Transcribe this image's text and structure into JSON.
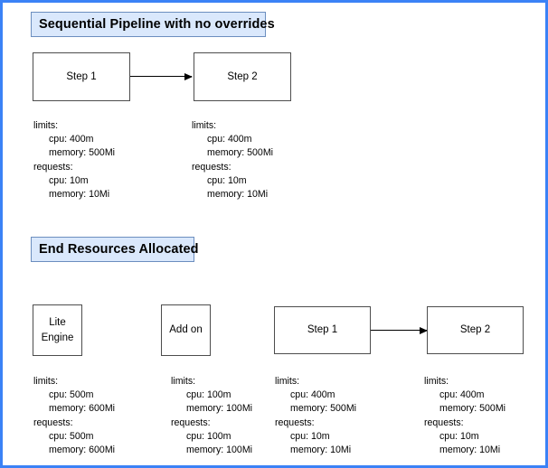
{
  "diagram": {
    "title": "Sequential Pipeline resource allocation diagram",
    "colors": {
      "frame_border": "#3b82f6",
      "header_fill": "#dae8fc",
      "header_border": "#6c8ebf",
      "node_border": "#4d4d4d",
      "node_fill": "#ffffff",
      "text": "#000000"
    }
  },
  "sections": [
    {
      "header": "Sequential Pipeline with no overrides",
      "nodes": [
        {
          "label": "Step 1"
        },
        {
          "label": "Step 2"
        }
      ],
      "connector": {
        "from": "Step 1",
        "to": "Step 2",
        "type": "arrow-right"
      },
      "specs": [
        {
          "for": "Step 1",
          "limits_label": "limits:",
          "limits_cpu": "cpu: 400m",
          "limits_memory": "memory: 500Mi",
          "requests_label": "requests:",
          "requests_cpu": "cpu: 10m",
          "requests_memory": "memory: 10Mi"
        },
        {
          "for": "Step 2",
          "limits_label": "limits:",
          "limits_cpu": "cpu: 400m",
          "limits_memory": "memory: 500Mi",
          "requests_label": "requests:",
          "requests_cpu": "cpu: 10m",
          "requests_memory": "memory: 10Mi"
        }
      ]
    },
    {
      "header": "End Resources Allocated",
      "nodes": [
        {
          "label": "Lite\nEngine"
        },
        {
          "label": "Add on"
        },
        {
          "label": "Step 1"
        },
        {
          "label": "Step 2"
        }
      ],
      "connector": {
        "from": "Step 1",
        "to": "Step 2",
        "type": "arrow-right"
      },
      "specs": [
        {
          "for": "Lite Engine",
          "limits_label": "limits:",
          "limits_cpu": "cpu: 500m",
          "limits_memory": "memory: 600Mi",
          "requests_label": "requests:",
          "requests_cpu": "cpu: 500m",
          "requests_memory": "memory: 600Mi"
        },
        {
          "for": "Add on",
          "limits_label": "limits:",
          "limits_cpu": "cpu: 100m",
          "limits_memory": "memory: 100Mi",
          "requests_label": "requests:",
          "requests_cpu": "cpu: 100m",
          "requests_memory": "memory: 100Mi"
        },
        {
          "for": "Step 1",
          "limits_label": "limits:",
          "limits_cpu": "cpu: 400m",
          "limits_memory": "memory: 500Mi",
          "requests_label": "requests:",
          "requests_cpu": "cpu: 10m",
          "requests_memory": "memory: 10Mi"
        },
        {
          "for": "Step 2",
          "limits_label": "limits:",
          "limits_cpu": "cpu: 400m",
          "limits_memory": "memory: 500Mi",
          "requests_label": "requests:",
          "requests_cpu": "cpu: 10m",
          "requests_memory": "memory: 10Mi"
        }
      ]
    }
  ]
}
